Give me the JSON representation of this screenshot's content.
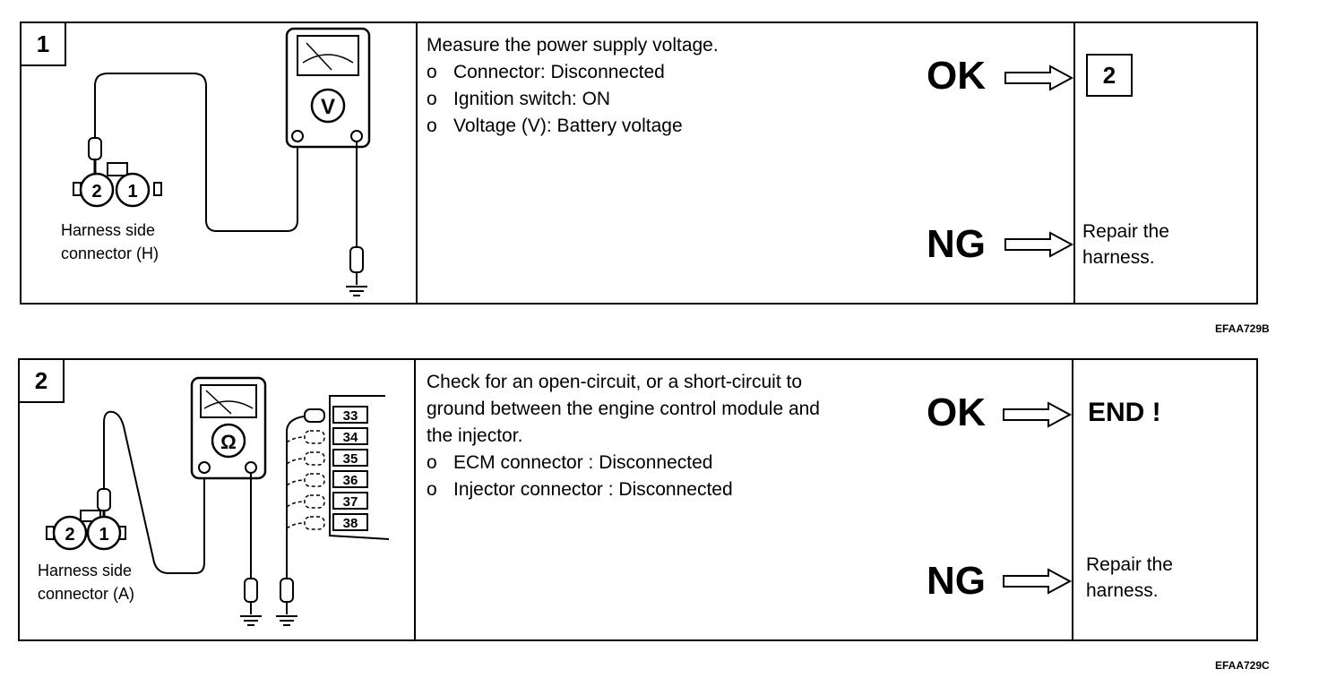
{
  "steps": [
    {
      "number": "1",
      "connector_label_1": "Harness side",
      "connector_label_2": "connector (H)",
      "pin_a": "2",
      "pin_b": "1",
      "meter_symbol": "V",
      "instruction_title": "Measure the power supply voltage.",
      "bullets": [
        {
          "marker": "o",
          "text": "Connector: Disconnected"
        },
        {
          "marker": "o",
          "text": "Ignition switch: ON"
        },
        {
          "marker": "o",
          "text": "Voltage (V): Battery voltage"
        }
      ],
      "ok_label": "OK",
      "ng_label": "NG",
      "ok_result": "2",
      "ng_result_line1": "Repair the",
      "ng_result_line2": "harness.",
      "figure_code": "EFAA729B"
    },
    {
      "number": "2",
      "connector_label_1": "Harness side",
      "connector_label_2": "connector (A)",
      "pin_a": "2",
      "pin_b": "1",
      "meter_symbol": "Ω",
      "ecm_pins": [
        "33",
        "34",
        "35",
        "36",
        "37",
        "38"
      ],
      "instruction_lines": [
        "Check for an open-circuit, or a short-circuit to",
        "ground between the engine control module and",
        "the injector."
      ],
      "bullets": [
        {
          "marker": "o",
          "text": "ECM connector : Disconnected"
        },
        {
          "marker": "o",
          "text": "Injector connector : Disconnected"
        }
      ],
      "ok_label": "OK",
      "ng_label": "NG",
      "ok_result": "END !",
      "ng_result_line1": "Repair the",
      "ng_result_line2": "harness.",
      "figure_code": "EFAA729C"
    }
  ]
}
